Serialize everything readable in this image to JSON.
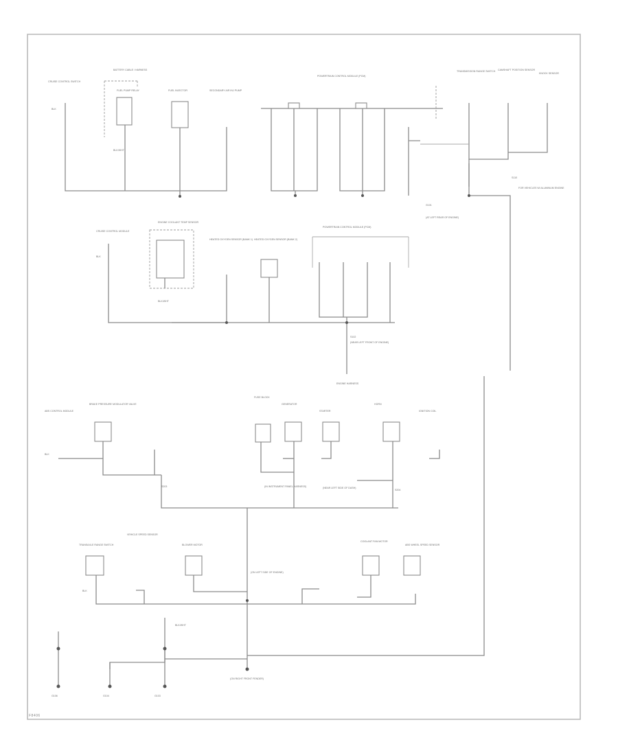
{
  "figure_code": "F8406",
  "colors": {
    "wire": "#8a8a8a",
    "highlight": "#7ecfd0",
    "border": "#b5b5b5",
    "text": "#6e6e6e"
  },
  "diagram": {
    "section1": {
      "labels": [
        "CRUISE CONTROL SWITCH",
        "BATTERY CABLE / HARNESS",
        "FUEL PUMP RELAY",
        "FUEL INJECTOR",
        "SECONDARY AIR INJ PUMP",
        "POWERTRAIN CONTROL MODULE (PCM)",
        "TRANSMISSION RANGE SWITCH",
        "CAMSHAFT POSITION SENSOR",
        "KNOCK SENSOR",
        "BLK",
        "BLK/WHT",
        "G101",
        "S110",
        "(AT LEFT REAR OF ENGINE)",
        "FOR VEHICLES W/ ALUMINUM ENGINE"
      ]
    },
    "section2": {
      "labels": [
        "CRUISE CONTROL MODULE",
        "ENGINE COOLANT TEMP SENSOR",
        "HEATED OXYGEN SENSOR (BANK 1)",
        "HEATED OXYGEN SENSOR (BANK 2)",
        "POWERTRAIN CONTROL MODULE (PCM)",
        "BLK",
        "BLK/WHT",
        "S102",
        "(NEAR LEFT FRONT OF ENGINE)",
        "ENGINE HARNESS"
      ]
    },
    "section3": {
      "labels": [
        "ABS CONTROL MODULE",
        "BRAKE PRESSURE MODULATOR VALVE",
        "FUSE BLOCK",
        "GENERATOR",
        "STARTER",
        "HORN",
        "IGNITION COIL",
        "BLK",
        "S203",
        "S204",
        "(IN INSTRUMENT PANEL HARNESS)",
        "(NEAR LEFT SIDE OF DASH)"
      ]
    },
    "section4": {
      "labels": [
        "TRANSAXLE RANGE SWITCH",
        "VEHICLE SPEED SENSOR",
        "BLOWER MOTOR",
        "COOLANT FAN MOTOR",
        "ABS WHEEL SPEED SENSOR",
        "G103",
        "G104",
        "G106",
        "(ON LEFT SIDE OF ENGINE)",
        "(ON RIGHT FRONT FENDER)",
        "BLK",
        "BLK/WHT"
      ]
    }
  }
}
